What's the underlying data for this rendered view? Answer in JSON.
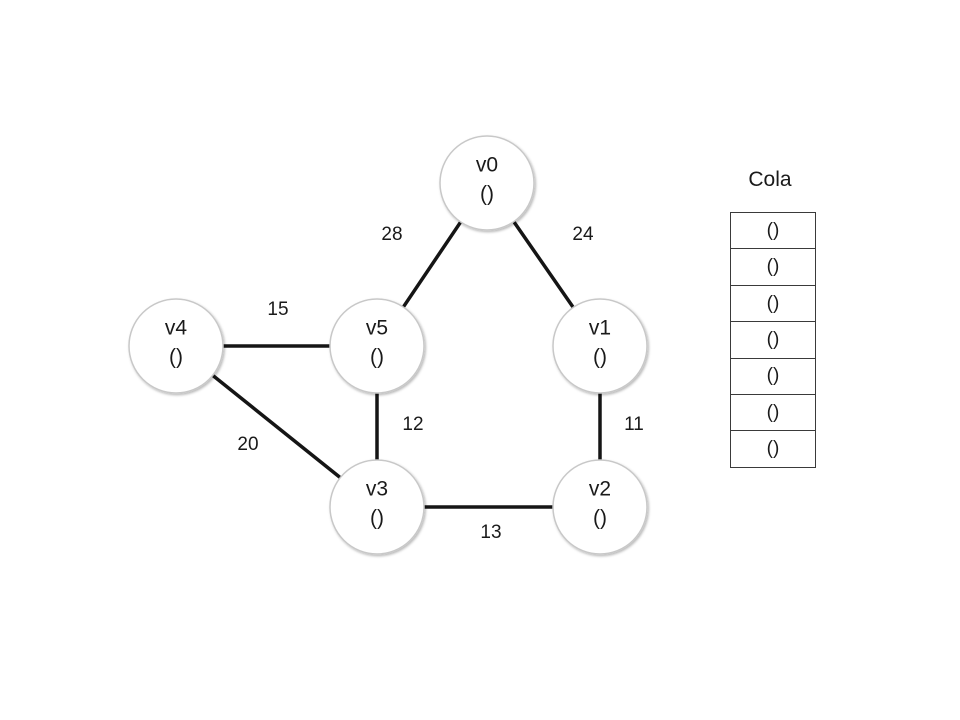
{
  "nodes": [
    {
      "id": "v0",
      "label": "v0",
      "value": "()"
    },
    {
      "id": "v1",
      "label": "v1",
      "value": "()"
    },
    {
      "id": "v2",
      "label": "v2",
      "value": "()"
    },
    {
      "id": "v3",
      "label": "v3",
      "value": "()"
    },
    {
      "id": "v4",
      "label": "v4",
      "value": "()"
    },
    {
      "id": "v5",
      "label": "v5",
      "value": "()"
    }
  ],
  "edges": [
    {
      "from": "v0",
      "to": "v5",
      "weight": "28"
    },
    {
      "from": "v0",
      "to": "v1",
      "weight": "24"
    },
    {
      "from": "v4",
      "to": "v5",
      "weight": "15"
    },
    {
      "from": "v5",
      "to": "v3",
      "weight": "12"
    },
    {
      "from": "v1",
      "to": "v2",
      "weight": "11"
    },
    {
      "from": "v4",
      "to": "v3",
      "weight": "20"
    },
    {
      "from": "v3",
      "to": "v2",
      "weight": "13"
    }
  ],
  "queue": {
    "title": "Cola",
    "cells": [
      "()",
      "()",
      "()",
      "()",
      "()",
      "()",
      "()"
    ]
  }
}
